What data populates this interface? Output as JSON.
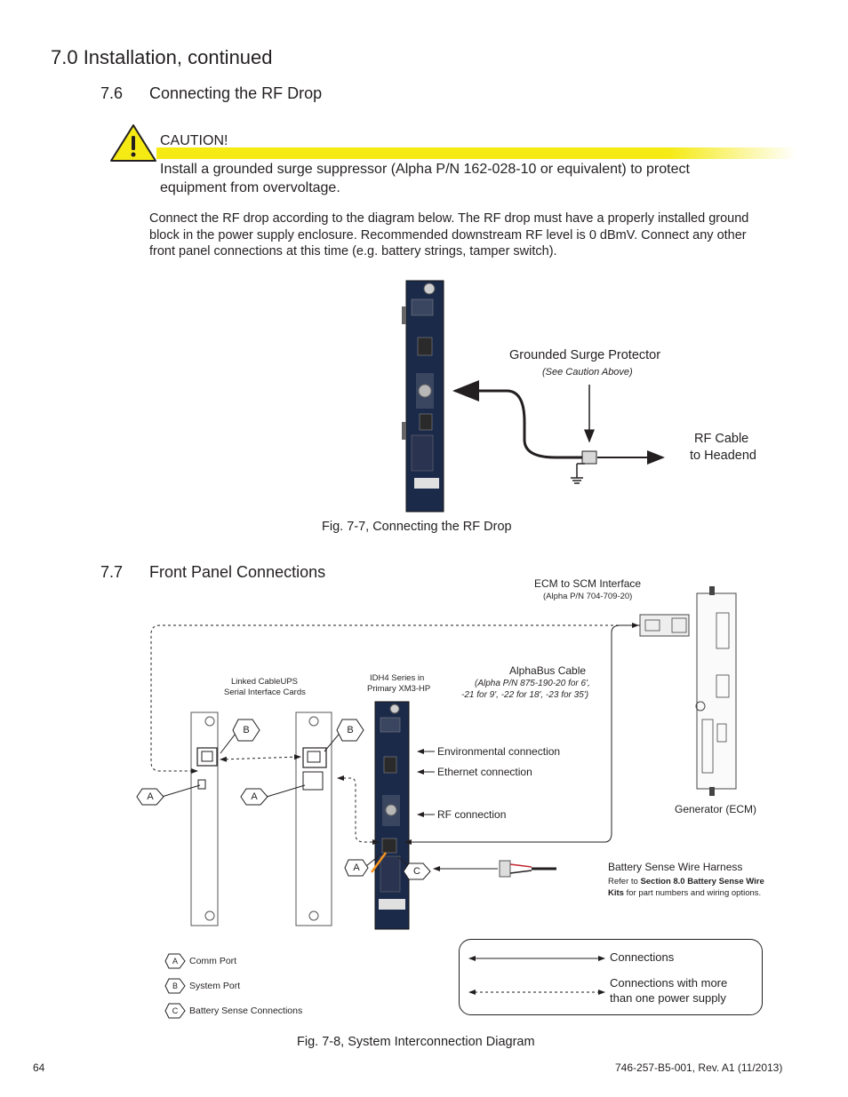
{
  "section_title": "7.0    Installation, continued",
  "sub76": {
    "num": "7.6",
    "title": "Connecting the RF Drop"
  },
  "caution": {
    "label": "CAUTION!",
    "text1": "Install a grounded surge suppressor (Alpha P/N 162-028-10 or equivalent) to protect",
    "text2": "equipment from overvoltage."
  },
  "paragraph": [
    "Connect the RF drop according to the diagram below. The RF drop must have a properly installed ground",
    "block in the power supply enclosure. Recommended downstream RF level is 0 dBmV. Connect any other",
    "front panel connections at this time (e.g. battery strings, tamper switch)."
  ],
  "fig77": {
    "surge_label": "Grounded Surge Protector",
    "surge_note": "(See Caution Above)",
    "rf_cable_1": "RF Cable",
    "rf_cable_2": "to Headend",
    "caption": "Fig. 7-7, Connecting the RF Drop"
  },
  "sub77": {
    "num": "7.7",
    "title": "Front Panel Connections"
  },
  "fig78": {
    "ecm_interface": "ECM to SCM Interface",
    "ecm_interface_pn": "(Alpha P/N 704-709-20)",
    "linked_1": "Linked CableUPS",
    "linked_2": "Serial Interface Cards",
    "idh4_1": "IDH4 Series in",
    "idh4_2": "Primary XM3-HP",
    "alphabus": "AlphaBus Cable",
    "alphabus_pn1": "(Alpha P/N 875-190-20 for 6',",
    "alphabus_pn2": "-21 for 9', -22 for 18', -23 for 35')",
    "env_conn": "Environmental connection",
    "eth_conn": "Ethernet connection",
    "rf_conn": "RF connection",
    "generator": "Generator (ECM)",
    "battery_harness": "Battery Sense Wire Harness",
    "battery_ref_1": "Refer to",
    "battery_ref_bold": "Section 8.0 Battery Sense Wire",
    "battery_ref_bold2": "Kits",
    "battery_ref_2": "for part numbers and wiring options.",
    "legend_a": "Comm Port",
    "legend_b": "System Port",
    "legend_c": "Battery Sense Connections",
    "conn": "Connections",
    "conn_multi_1": "Connections with more",
    "conn_multi_2": "than one power supply",
    "caption": "Fig. 7-8, System Interconnection Diagram",
    "callout_a": "A",
    "callout_b": "B",
    "callout_c": "C"
  },
  "footer": {
    "page": "64",
    "doc": "746-257-B5-001, Rev. A1 (11/2013)"
  }
}
